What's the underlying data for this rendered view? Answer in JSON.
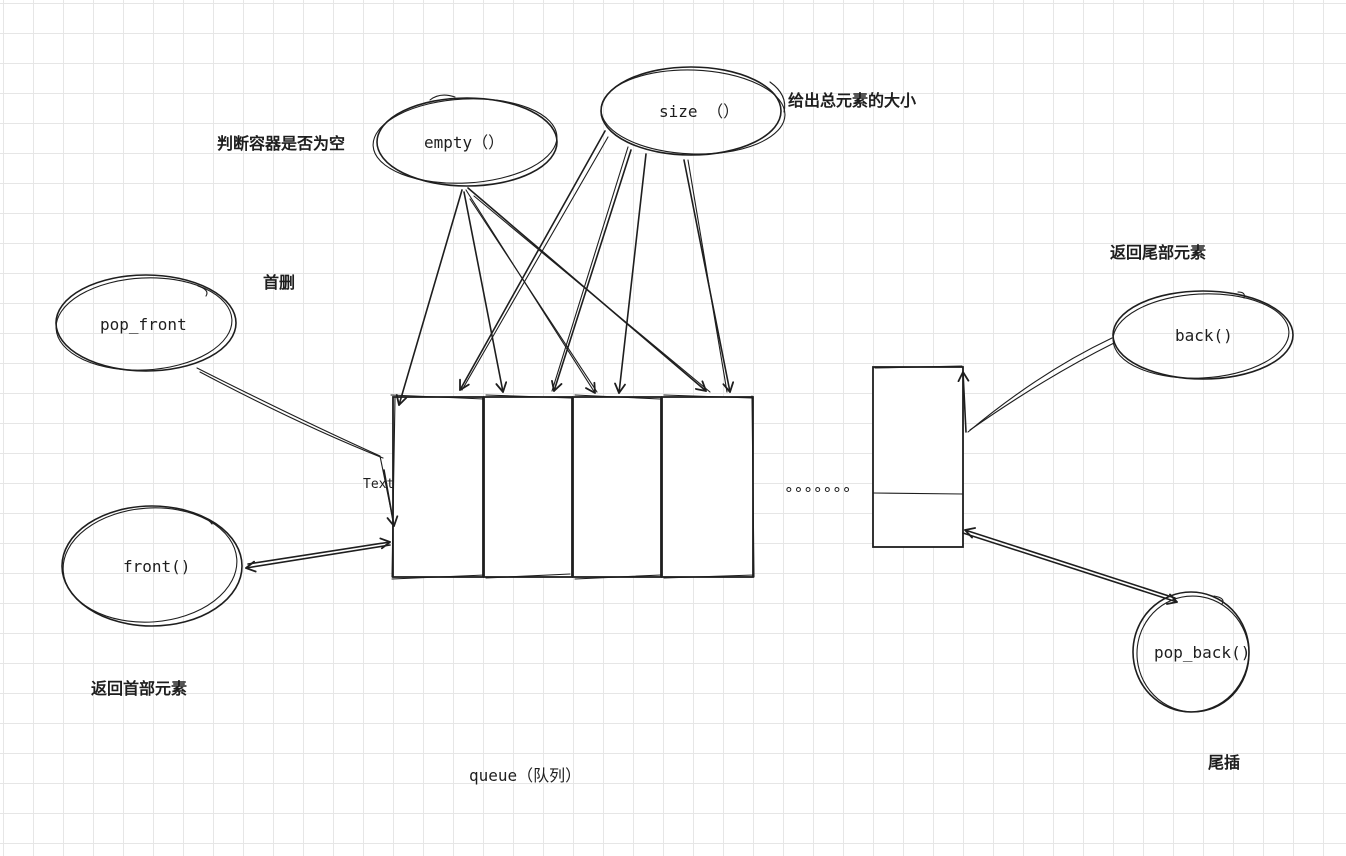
{
  "nodes": {
    "empty": {
      "label": "empty（）",
      "note": "判断容器是否为空"
    },
    "size": {
      "label": "size （）",
      "note": "给出总元素的大小"
    },
    "pop_front": {
      "label": "pop_front",
      "note": "首删"
    },
    "front": {
      "label": "front()",
      "note": "返回首部元素"
    },
    "back": {
      "label": "back()",
      "note": "返回尾部元素"
    },
    "pop_back": {
      "label": "pop_back()",
      "note": "尾插"
    }
  },
  "queue": {
    "caption": "queue（队列）",
    "text_label": "Text",
    "ellipsis": "°°°°°°°"
  }
}
